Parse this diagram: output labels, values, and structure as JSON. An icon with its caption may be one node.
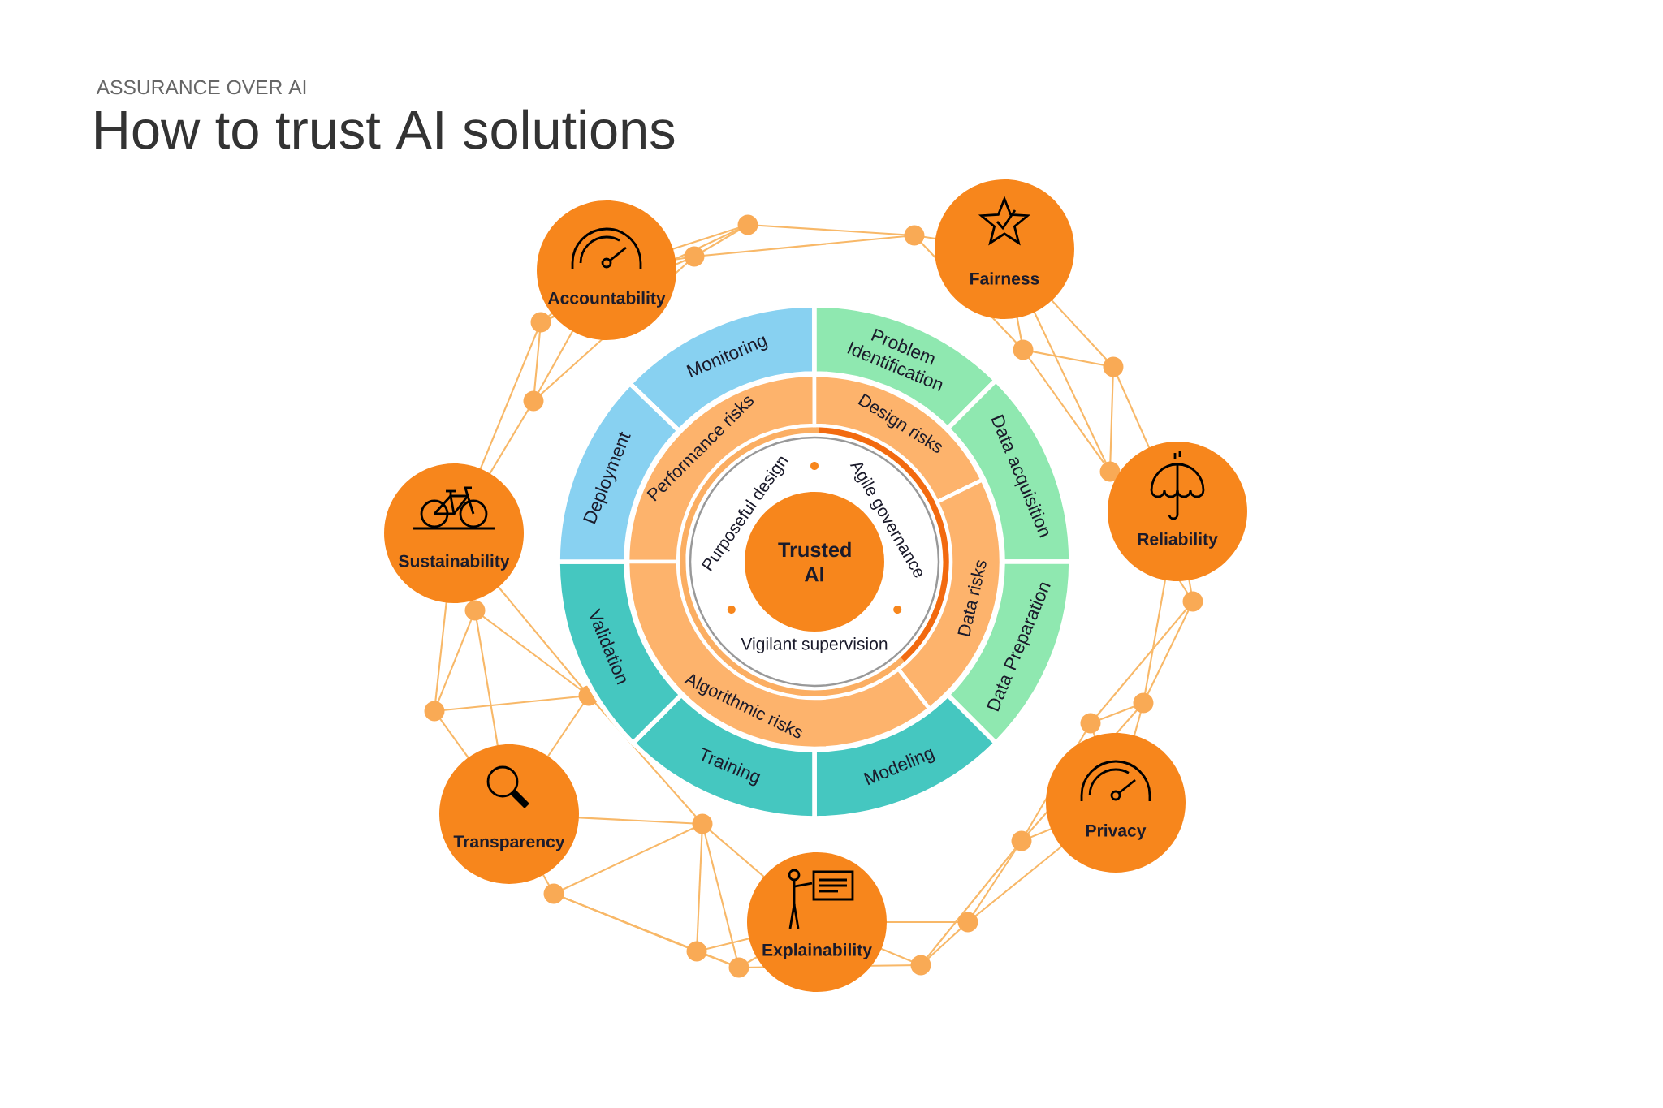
{
  "diagram": {
    "title": "How to trust AI solutions",
    "nodes": [
      {
        "text": [
          "Purposeful design",
          "Agile governance",
          "Vigilant supervision"
        ]
      },
      {
        "text": [
          "Trusted AI"
        ],
        "in": 0
      },
      {
        "text": [
          "Performance risks"
        ]
      },
      {
        "text": [
          "Design risks"
        ]
      },
      {
        "text": [
          "Data risks"
        ]
      },
      {
        "text": [
          "Algorithmic risks"
        ]
      },
      {
        "text": [
          "Monitoring"
        ]
      },
      {
        "text": [
          "Problem Identification"
        ]
      },
      {
        "text": [
          "Data acquisition"
        ]
      },
      {
        "text": [
          "Data Preparation"
        ]
      },
      {
        "text": [
          "Modeling"
        ]
      },
      {
        "text": [
          "Training"
        ]
      },
      {
        "text": [
          "Validation"
        ]
      },
      {
        "text": [
          "Deployment"
        ]
      },
      {
        "text": [
          "Accountability"
        ]
      },
      {
        "text": [
          "Fairness"
        ]
      },
      {
        "text": [
          "Reliability"
        ]
      },
      {
        "text": [
          "Privacy"
        ]
      },
      {
        "text": [
          "Explainability"
        ]
      },
      {
        "text": [
          "Transparency"
        ]
      },
      {
        "text": [
          "Sustainability"
        ]
      }
    ],
    "labels": [
      "ASSURANCE OVER AI"
    ]
  }
}
